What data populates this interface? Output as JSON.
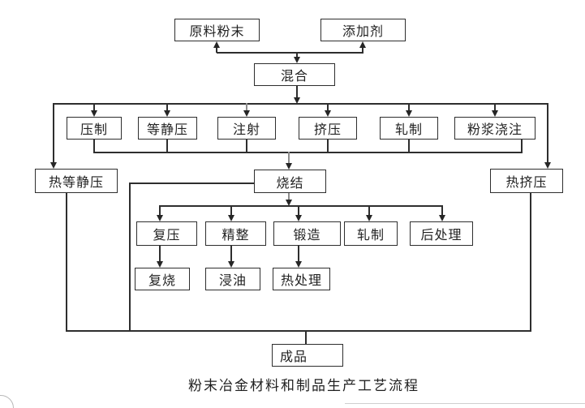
{
  "diagram": {
    "caption": "粉末冶金材料和制品生产工艺流程",
    "colors": {
      "background": "#ffffff",
      "line": "#2e2e2e",
      "gray_line": "#8d8d8d",
      "faint_artifact": "#c9c9c9"
    },
    "nodes": {
      "raw_powder": "原料粉末",
      "additive": "添加剂",
      "mixing": "混合",
      "pressing": "压制",
      "isostatic_pressing": "等静压",
      "injection": "注射",
      "extrusion": "挤压",
      "rolling": "轧制",
      "slurry_casting": "粉浆浇注",
      "hot_isostatic_pressing": "热等静压",
      "sintering": "烧结",
      "hot_extrusion": "热挤压",
      "repressing": "复压",
      "sizing": "精整",
      "forging": "锻造",
      "rolling_2": "轧制",
      "post_treatment": "后处理",
      "resintering": "复烧",
      "oil_impregnation": "浸油",
      "heat_treatment": "热处理",
      "finished_product": "成品"
    }
  }
}
